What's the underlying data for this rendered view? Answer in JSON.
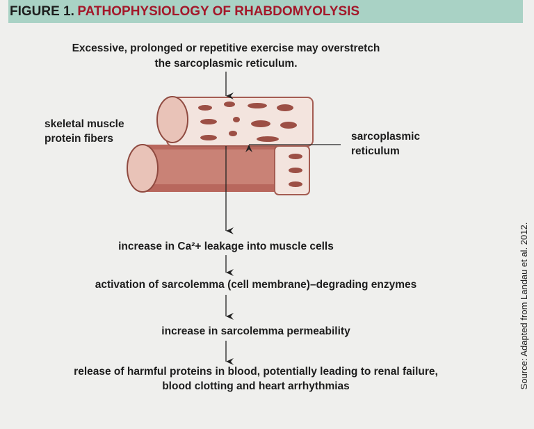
{
  "header": {
    "figure_label": "FIGURE 1.",
    "title": "PATHOPHYSIOLOGY OF RHABDOMYOLYSIS",
    "title_color": "#a3182a",
    "bar_color": "#a9d2c5"
  },
  "intro": {
    "line1": "Excessive, prolonged or repetitive exercise may overstretch",
    "line2": "the sarcoplasmic reticulum."
  },
  "labels": {
    "left_line1": "skeletal muscle",
    "left_line2": "protein fibers",
    "right_line1": "sarcoplasmic",
    "right_line2": "reticulum"
  },
  "steps": [
    "increase in Ca²+ leakage into muscle cells",
    "activation of sarcolemma (cell membrane)–degrading enzymes",
    "increase in sarcolemma permeability",
    "release of harmful proteins in blood, potentially leading to renal failure,",
    "blood clotting and heart arrhythmias"
  ],
  "source": "Source: Adapted from Landau et al. 2012.",
  "illustration": {
    "icon": "muscle-fiber-illustration",
    "color": "#c47b70"
  }
}
